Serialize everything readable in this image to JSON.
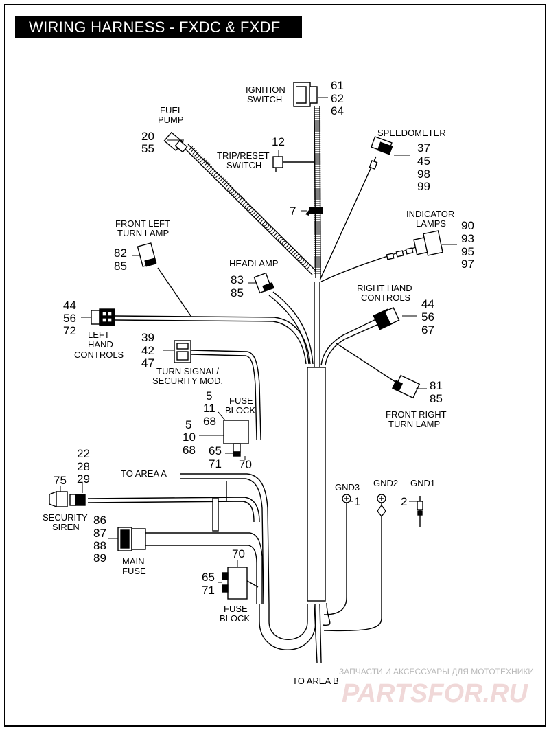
{
  "title": "WIRING HARNESS - FXDC & FXDF",
  "labels": {
    "ignition_switch": [
      "IGNITION",
      "SWITCH"
    ],
    "ignition_nums": [
      "61",
      "62",
      "64"
    ],
    "fuel_pump": [
      "FUEL",
      "PUMP"
    ],
    "fuel_pump_nums": [
      "20",
      "55"
    ],
    "trip_reset": [
      "TRIP/RESET",
      "SWITCH"
    ],
    "trip_reset_num": "12",
    "speedometer": "SPEEDOMETER",
    "speedometer_nums": [
      "37",
      "45",
      "98",
      "99"
    ],
    "item7": "7",
    "indicator_lamps": [
      "INDICATOR",
      "LAMPS"
    ],
    "indicator_nums": [
      "90",
      "93",
      "95",
      "97"
    ],
    "front_left_turn": [
      "FRONT LEFT",
      "TURN LAMP"
    ],
    "front_left_nums": [
      "82",
      "85"
    ],
    "headlamp": "HEADLAMP",
    "headlamp_nums": [
      "83",
      "85"
    ],
    "right_hand_controls": [
      "RIGHT HAND",
      "CONTROLS"
    ],
    "right_hand_nums": [
      "44",
      "56",
      "67"
    ],
    "left_hand_nums": [
      "44",
      "56",
      "72"
    ],
    "left_hand_controls": [
      "LEFT",
      "HAND",
      "CONTROLS"
    ],
    "turn_signal_nums": [
      "39",
      "42",
      "47"
    ],
    "turn_signal": [
      "TURN SIGNAL/",
      "SECURITY MOD."
    ],
    "front_right_nums": [
      "81",
      "85"
    ],
    "front_right_turn": [
      "FRONT RIGHT",
      "TURN LAMP"
    ],
    "fuse_block_top": [
      "FUSE",
      "BLOCK"
    ],
    "fuse_top_nums_a": [
      "5",
      "11",
      "68"
    ],
    "fuse_top_nums_b": [
      "5",
      "10",
      "68"
    ],
    "fuse_top_nums_c": [
      "65",
      "71"
    ],
    "fuse_top_num_70": "70",
    "to_area_a": "TO AREA A",
    "siren_nums": [
      "22",
      "28",
      "29"
    ],
    "siren_num_75": "75",
    "security_siren": [
      "SECURITY",
      "SIREN"
    ],
    "gnd3": "GND3",
    "gnd2": "GND2",
    "gnd1": "GND1",
    "gnd_num_1": "1",
    "gnd_num_2": "2",
    "main_fuse_nums": [
      "86",
      "87",
      "88",
      "89"
    ],
    "main_fuse": [
      "MAIN",
      "FUSE"
    ],
    "fuse_bottom_num_70": "70",
    "fuse_bottom_nums": [
      "65",
      "71"
    ],
    "fuse_block_bottom": [
      "FUSE",
      "BLOCK"
    ],
    "to_area_b": "TO AREA B",
    "watermark_text": "ЗАПЧАСТИ И АКСЕССУАРЫ ДЛЯ МОТОТЕХНИКИ",
    "watermark_logo": "PARTSFOR.RU"
  }
}
